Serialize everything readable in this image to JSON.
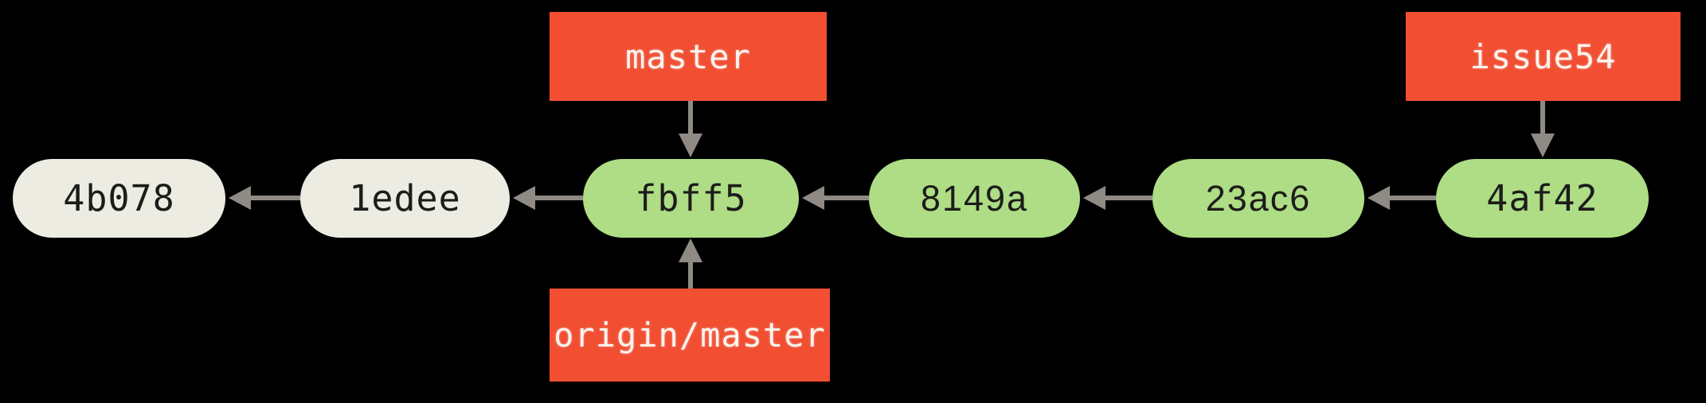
{
  "diagram": {
    "type": "git-commit-graph",
    "background": "#000000",
    "colors": {
      "branch_label_bg": "#f14e32",
      "branch_label_text": "#fbf4ee",
      "commit_green_fill": "#aedd85",
      "commit_cream_fill": "#edece2",
      "commit_text": "#1c1c1a",
      "arrow": "#8f8a83"
    },
    "commits": [
      {
        "id": "4b078",
        "fill": "cream"
      },
      {
        "id": "1edee",
        "fill": "cream"
      },
      {
        "id": "fbff5",
        "fill": "green"
      },
      {
        "id": "8149a",
        "fill": "green"
      },
      {
        "id": "23ac6",
        "fill": "green"
      },
      {
        "id": "4af42",
        "fill": "green"
      }
    ],
    "edges": [
      {
        "from": "1edee",
        "to": "4b078",
        "direction": "left"
      },
      {
        "from": "fbff5",
        "to": "1edee",
        "direction": "left"
      },
      {
        "from": "8149a",
        "to": "fbff5",
        "direction": "left"
      },
      {
        "from": "23ac6",
        "to": "8149a",
        "direction": "left"
      },
      {
        "from": "4af42",
        "to": "23ac6",
        "direction": "left"
      }
    ],
    "branch_labels": [
      {
        "text": "master",
        "target": "fbff5",
        "position": "above"
      },
      {
        "text": "origin/master",
        "target": "fbff5",
        "position": "below"
      },
      {
        "text": "issue54",
        "target": "4af42",
        "position": "above"
      }
    ]
  }
}
